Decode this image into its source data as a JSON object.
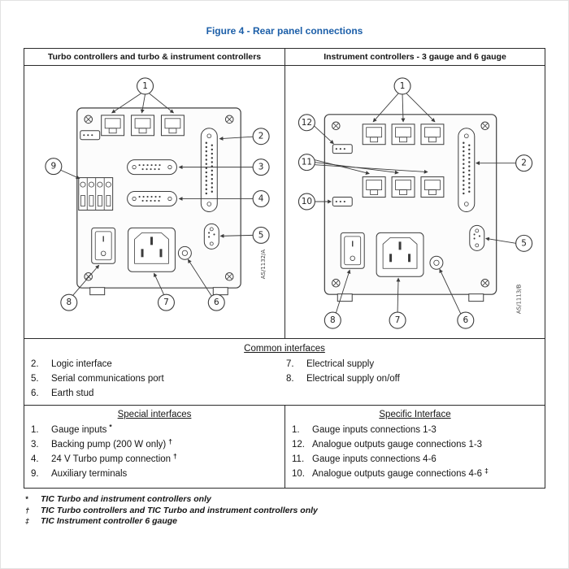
{
  "figure": {
    "title": "Figure 4 - Rear panel connections"
  },
  "colors": {
    "title_blue": "#1b5ea8"
  },
  "panels": {
    "left": {
      "header": "Turbo controllers and turbo & instrument controllers",
      "drawing_ref": "AS/1132/A",
      "callouts": {
        "c1": "1",
        "c2": "2",
        "c3": "3",
        "c4": "4",
        "c5": "5",
        "c6": "6",
        "c7": "7",
        "c8": "8",
        "c9": "9"
      }
    },
    "right": {
      "header": "Instrument controllers - 3 gauge and 6 gauge",
      "drawing_ref": "AS/1113/B",
      "callouts": {
        "c1": "1",
        "c2": "2",
        "c5": "5",
        "c6": "6",
        "c7": "7",
        "c8": "8",
        "c10": "10",
        "c11": "11",
        "c12": "12"
      }
    }
  },
  "common": {
    "heading": "Common interfaces",
    "left_items": [
      {
        "num": "2.",
        "text": "Logic interface"
      },
      {
        "num": "5.",
        "text": "Serial communications port"
      },
      {
        "num": "6.",
        "text": "Earth stud"
      }
    ],
    "right_items": [
      {
        "num": "7.",
        "text": "Electrical supply"
      },
      {
        "num": "8.",
        "text": "Electrical supply on/off"
      }
    ]
  },
  "special": {
    "heading": "Special interfaces",
    "items": [
      {
        "num": "1.",
        "text": "Gauge inputs",
        "sup": "*"
      },
      {
        "num": "3.",
        "text": "Backing pump (200 W only)",
        "sup": "†"
      },
      {
        "num": "4.",
        "text": "24 V Turbo pump connection",
        "sup": "†"
      },
      {
        "num": "9.",
        "text": "Auxiliary terminals",
        "sup": ""
      }
    ]
  },
  "specific": {
    "heading": "Specific Interface",
    "items": [
      {
        "num": "1.",
        "text": "Gauge inputs connections 1-3",
        "sup": ""
      },
      {
        "num": "12.",
        "text": "Analogue outputs gauge connections 1-3",
        "sup": ""
      },
      {
        "num": "11.",
        "text": "Gauge inputs connections 4-6",
        "sup": ""
      },
      {
        "num": "10.",
        "text": "Analogue outputs gauge connections 4-6",
        "sup": "‡"
      }
    ]
  },
  "footnotes": [
    {
      "marker": "*",
      "text": "TIC Turbo and instrument controllers only"
    },
    {
      "marker": "†",
      "text": "TIC Turbo controllers and TIC Turbo and instrument controllers only"
    },
    {
      "marker": "‡",
      "text": "TIC Instrument controller 6 gauge"
    }
  ]
}
